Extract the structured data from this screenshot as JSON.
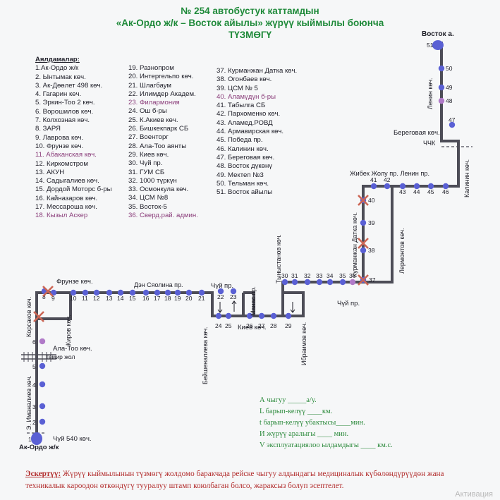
{
  "title": {
    "line1": "№ 254  автобустук каттамдын",
    "line2": "«Ак-Ордо ж/к – Восток айылы» жүрүү кыймылы боюнча",
    "line3": "ТҮЗМӨГҮ"
  },
  "stops_header": "Аялдамалар:",
  "stops_col1": [
    "1.Ак-Ордо ж/к",
    "2. Ынтымак көч.",
    "3. Ак-Дөөлет 498 көч.",
    "4. Гагарин көч.",
    "5. Эркин-Тоо 2 көч.",
    "6. Ворошилов көч.",
    "7. Колхозная көч.",
    "8. ЗАРЯ",
    "9. Лаврова көч.",
    "10. Фрунзе көч.",
    "11. Абаканская көч.",
    "12. Киркомстром",
    "13. АКУН",
    "14. Садыгалиев көч.",
    "15. Дордой Моторс б-ры",
    "16. Кайназаров көч.",
    "17. Мессароша көч.",
    "18. Кызыл Аскер"
  ],
  "stops_col2": [
    "19. Разнопром",
    "20. Интергельпо көч.",
    "21. Шлагбаум",
    "22. Илимдер Академ.",
    "23. Филармония",
    "24. Ош б-ры",
    "25. К.Акиев көч.",
    "26. Бишкекпарк СБ",
    "27. Военторг",
    "28. Ала-Тоо аянты",
    "29. Киев көч.",
    "30. Чүй пр.",
    "31. ГУМ СБ",
    "32. 1000 түркүн",
    "33. Осмонкула көч.",
    "34. ЦСМ №8",
    "35. Восток-5",
    "36. Сверд.рай. админ."
  ],
  "stops_col3": [
    "37. Курманжан Датка көч.",
    "38. Огонбаев көч.",
    "39. ЦСМ № 5",
    "40. Аламүдүн б-ры",
    "41. Табылга СБ",
    "42. Пархоменко көч.",
    "43. Аламед.РОВД",
    "44. Армавирская көч.",
    "45. Победа пр.",
    "46. Калинин көч.",
    "47. Береговая көч.",
    "48. Восток дүкөнү",
    "49. Мектеп №3",
    "50. Тельман көч.",
    "51. Восток айылы"
  ],
  "map": {
    "terminal_start": "Ак-Ордо ж/к",
    "terminal_end": "Восток а.",
    "streets": {
      "frunze": "Фрунзе көч.",
      "syaolina": "Дэн Сяолина пр.",
      "chuy1": "Чүй пр.",
      "chuy2": "Чүй пр.",
      "manas": "Манас пр.",
      "tynystanov": "Тыныстанов көч.",
      "kiev": "Киев көч.",
      "beyshenalieva": "Бейшеналиева көч.",
      "ibraimov": "Ибраимов көч.",
      "kurmanjan": "Курманжан Датка көч.",
      "lermontov": "Лермонтов көч.",
      "jibek": "Жибек Жолу пр.  Ленин пр.",
      "kalinin": "Калинин көч.",
      "beregovaya": "Береговая көч.",
      "chchk": "ЧЧК",
      "lenin": "Ленин көч.",
      "korsakov": "Корсаков көч.",
      "kirov": "Киров көч.",
      "alatoo": "Ала-Тоо көч.",
      "temir": "темир жол",
      "imanaliev": "Э. Иманалиев көч.",
      "chuy540": "Чүй 540 көч."
    },
    "stop_numbers": [
      "1",
      "2",
      "3",
      "4",
      "5",
      "6",
      "8",
      "9",
      "10",
      "11",
      "12",
      "13",
      "14",
      "15",
      "16",
      "17",
      "18",
      "19",
      "20",
      "21",
      "22",
      "23",
      "24",
      "25",
      "26",
      "27",
      "28",
      "29",
      "30",
      "31",
      "32",
      "33",
      "34",
      "35",
      "36",
      "37",
      "38",
      "39",
      "40",
      "41",
      "42",
      "43",
      "44",
      "45",
      "46",
      "47",
      "48",
      "49",
      "50",
      "51"
    ],
    "colors": {
      "route": "#4d4d57",
      "stop": "#5a60d4",
      "stop_alt": "#b07ac8",
      "closed": "#cc6655",
      "title": "#1f8a3a",
      "note": "#b22d2d"
    }
  },
  "formulas": [
    "А чыгуу _____а/у.",
    "L барып-келүү ____км.",
    "t барып-келүү убактысы____мин.",
    "И жүрүү аралыгы ____ мин.",
    "V эксплуатациялоо ылдамдыгы ____ км.с."
  ],
  "note": {
    "label": "Эскертүү:",
    "text": " Жүрүү кыймылынын түзмөгү жолдомо баракчада рейске чыгуу алдындагы медициналык күбөлөндүрүүдөн жана техникалык кароодон өткөндүгү тууралуу штамп коюлбаган болсо, жараксыз болуп эсептелет."
  },
  "watermark": "Активация"
}
